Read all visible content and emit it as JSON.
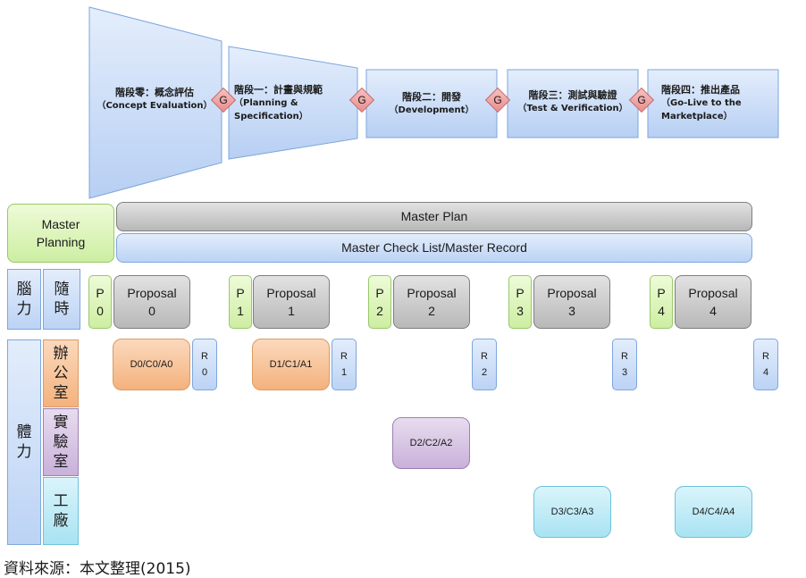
{
  "stages": [
    {
      "title": "階段零：概念評估",
      "subtitle": "（Concept Evaluation）"
    },
    {
      "title": "階段一：計畫與規範",
      "subtitle_lines": [
        "（Planning &",
        "Specification）"
      ]
    },
    {
      "title": "階段二：開發",
      "subtitle": "（Development）"
    },
    {
      "title": "階段三：測試與驗證",
      "subtitle": "（Test & Verification）"
    },
    {
      "title": "階段四：推出產品",
      "subtitle_lines": [
        "（Go-Live to the",
        "Marketplace）"
      ]
    }
  ],
  "gate_label": "G",
  "master": {
    "planning": "Master Planning",
    "plan": "Master Plan",
    "check_list": "Master Check List/Master Record"
  },
  "row_labels": {
    "brain": [
      "腦",
      "力"
    ],
    "follow": [
      "隨",
      "時"
    ],
    "physical": [
      "體",
      "力"
    ],
    "office": [
      "辦",
      "公",
      "室"
    ],
    "lab": [
      "實",
      "驗",
      "室"
    ],
    "factory": [
      "工",
      "廠"
    ]
  },
  "phases": [
    {
      "p": [
        "P",
        "0"
      ],
      "proposal": [
        "Proposal",
        "0"
      ],
      "r": [
        "R",
        "0"
      ]
    },
    {
      "p": [
        "P",
        "1"
      ],
      "proposal": [
        "Proposal",
        "1"
      ],
      "r": [
        "R",
        "1"
      ]
    },
    {
      "p": [
        "P",
        "2"
      ],
      "proposal": [
        "Proposal",
        "2"
      ],
      "r": [
        "R",
        "2"
      ]
    },
    {
      "p": [
        "P",
        "3"
      ],
      "proposal": [
        "Proposal",
        "3"
      ],
      "r": [
        "R",
        "3"
      ]
    },
    {
      "p": [
        "P",
        "4"
      ],
      "proposal": [
        "Proposal",
        "4"
      ],
      "r": [
        "R",
        "4"
      ]
    }
  ],
  "deliverables": [
    "D0/C0/A0",
    "D1/C1/A1",
    "D2/C2/A2",
    "D3/C3/A3",
    "D4/C4/A4"
  ],
  "source": "資料來源：本文整理(2015)",
  "colors": {
    "stage_fill": "#bcd3f5",
    "gate_fill": "#f0a8a8",
    "gray_bar": "#c8c8c8",
    "blue_bar": "#c9dcf7",
    "green_box": "#d8f2b6",
    "orange_box": "#f6bf91",
    "purple_box": "#d5c2e4",
    "cyan_box": "#bceaf5"
  }
}
